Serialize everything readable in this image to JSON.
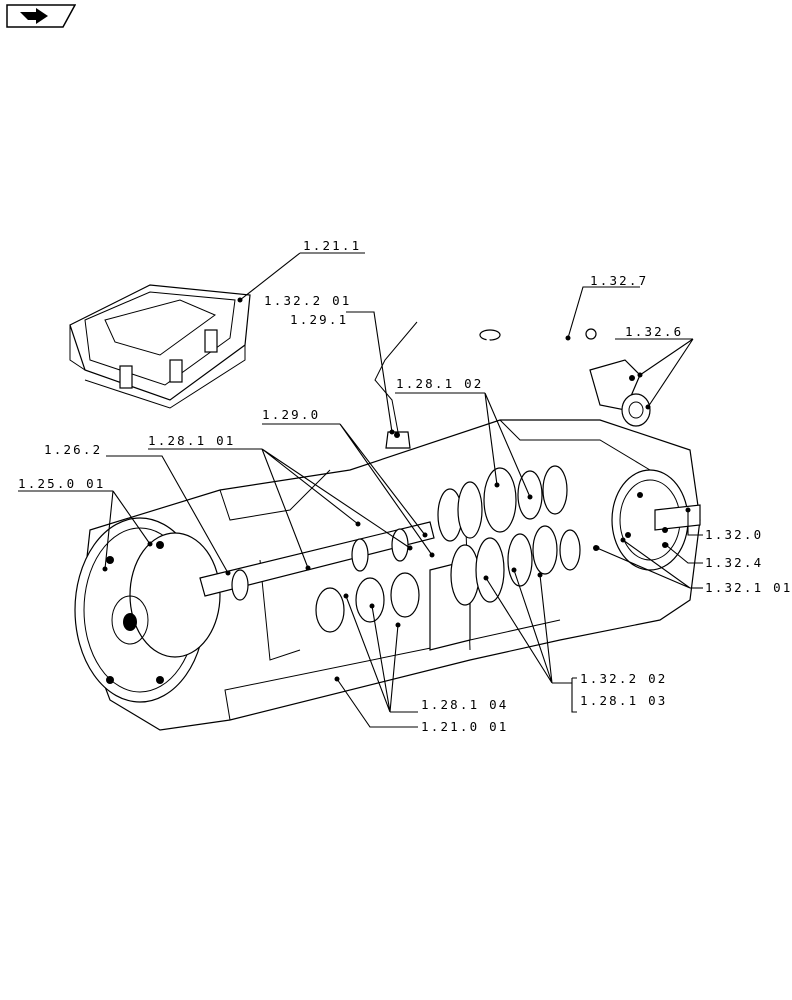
{
  "navigation": {
    "icon": "prev-page-arrow-icon"
  },
  "callouts": {
    "c_1_21_1": "1.21.1",
    "c_1_32_2_01": "1.32.2 01",
    "c_1_29_1": "1.29.1",
    "c_1_32_7": "1.32.7",
    "c_1_32_6": "1.32.6",
    "c_1_28_1_02": "1.28.1 02",
    "c_1_29_0": "1.29.0",
    "c_1_26_2": "1.26.2",
    "c_1_28_1_01": "1.28.1 01",
    "c_1_25_0_01": "1.25.0 01",
    "c_1_32_0": "1.32.0",
    "c_1_32_4": "1.32.4",
    "c_1_32_1_01": "1.32.1 01",
    "c_1_32_2_02": "1.32.2 02",
    "c_1_28_1_03": "1.28.1 03",
    "c_1_28_1_04": "1.28.1 04",
    "c_1_21_0_01": "1.21.0 01"
  }
}
